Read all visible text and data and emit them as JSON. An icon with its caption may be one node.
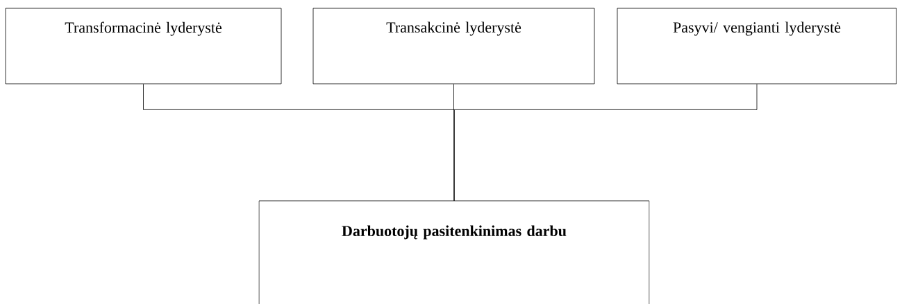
{
  "diagram": {
    "nodes": [
      {
        "text": [
          "Transformacinė lyderystė"
        ]
      },
      {
        "text": [
          "Transakcinė lyderystė"
        ]
      },
      {
        "text": [
          "Pasyvi/ vengianti lyderystė"
        ]
      },
      {
        "text": [
          "**Darbuotojų pasitenkinimas darbu**"
        ]
      }
    ],
    "edges": [
      {
        "from": 0,
        "to": 3,
        "arrow": "none"
      },
      {
        "from": 1,
        "to": 3,
        "arrow": "none"
      },
      {
        "from": 2,
        "to": 3,
        "arrow": "none"
      }
    ]
  }
}
